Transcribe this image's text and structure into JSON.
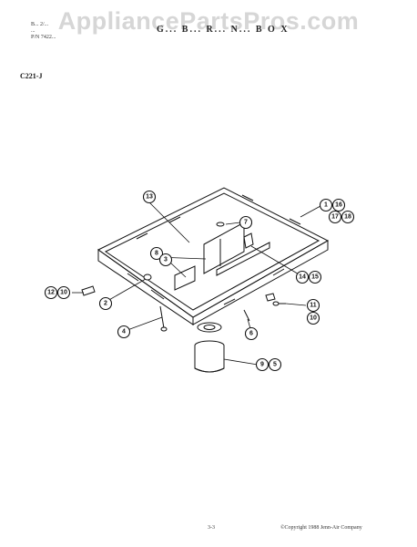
{
  "watermark": "AppliancePartsPros.com",
  "header": {
    "meta_line1": "B... 2/...",
    "meta_line2": "...",
    "meta_line3": "P/N 7422...",
    "title": "G... B... R... N... B O X"
  },
  "model": "C221-J",
  "callouts": {
    "c1": "1",
    "c16": "16",
    "c17": "17",
    "c18": "18",
    "c13": "13",
    "c7": "7",
    "c8": "8",
    "c3": "3",
    "c14": "14",
    "c15": "15",
    "c12": "12",
    "c10a": "10",
    "c2": "2",
    "c4": "4",
    "c11": "11",
    "c10b": "10",
    "c6": "6",
    "c9": "9",
    "c5": "5"
  },
  "footer": {
    "page_number": "3-3",
    "copyright": "©Copyright 1988 Jenn-Air Company"
  }
}
